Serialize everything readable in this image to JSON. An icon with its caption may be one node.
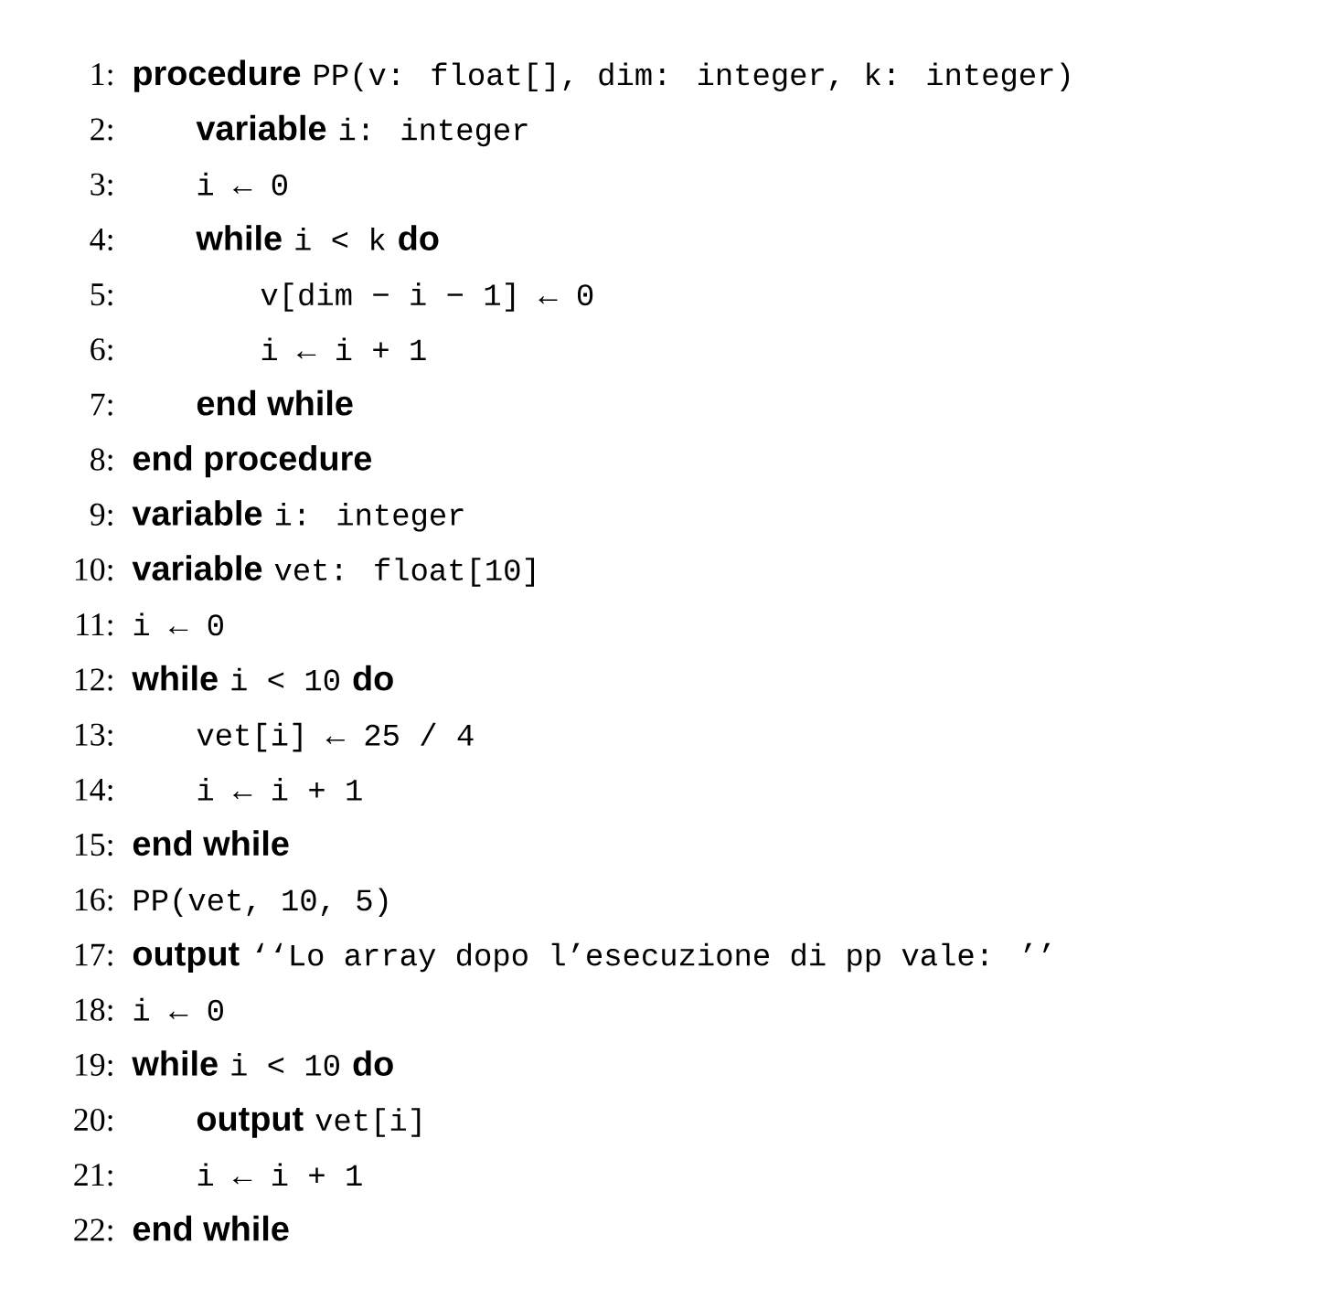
{
  "diagram": {
    "labels": [
      "1:",
      "procedure",
      "PP(v: float[], dim: integer, k: integer)",
      "2:",
      "variable",
      "i: integer",
      "3:",
      "i ← 0",
      "4:",
      "while",
      "i < k",
      "do",
      "5:",
      "v[dim − i − 1] ← 0",
      "6:",
      "i ← i + 1",
      "7:",
      "end while",
      "8:",
      "end procedure",
      "9:",
      "variable",
      "i: integer",
      "10:",
      "variable",
      "vet: float[10]",
      "11:",
      "i ← 0",
      "12:",
      "while",
      "i < 10",
      "do",
      "13:",
      "vet[i] ← 25 / 4",
      "14:",
      "i ← i + 1",
      "15:",
      "end while",
      "16:",
      "PP(vet, 10, 5)",
      "17:",
      "output",
      "‘‘Lo array dopo l’esecuzione di pp vale:  ’’",
      "18:",
      "i ← 0",
      "19:",
      "while",
      "i < 10",
      "do",
      "20:",
      "output",
      "vet[i]",
      "21:",
      "i ← i + 1",
      "22:",
      "end while"
    ]
  }
}
